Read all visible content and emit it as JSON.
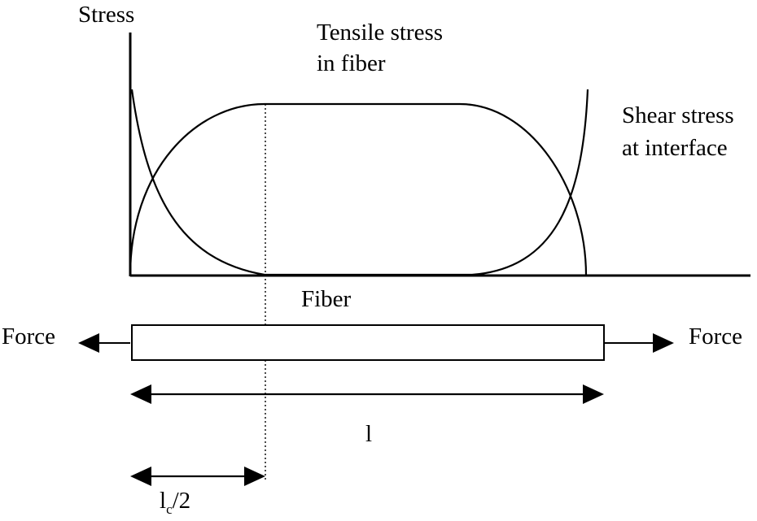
{
  "labels": {
    "stress_axis": "Stress",
    "tensile_line1": "Tensile stress",
    "tensile_line2": "in fiber",
    "shear_line1": "Shear stress",
    "shear_line2": "at interface",
    "fiber": "Fiber",
    "force_left": "Force",
    "force_right": "Force",
    "length": "l",
    "critical_length_main": "l",
    "critical_length_sub": "c",
    "critical_length_tail": "/2"
  },
  "colors": {
    "ink": "#000000",
    "background": "#ffffff"
  }
}
